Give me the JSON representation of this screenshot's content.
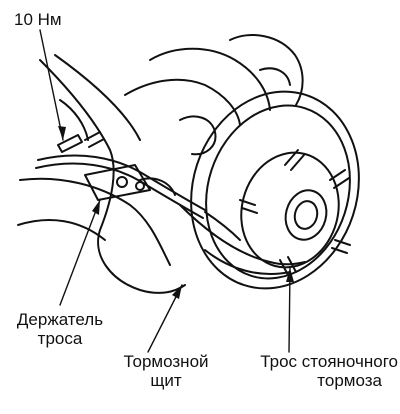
{
  "callouts": {
    "torque": "10 Нм",
    "cable_holder": {
      "line1": "Держатель",
      "line2": "троса"
    },
    "brake_shield": {
      "line1": "Тормозной",
      "line2": "щит"
    },
    "parking_cable": {
      "line1": "Трос стояночного",
      "line2": "тормоза"
    }
  }
}
